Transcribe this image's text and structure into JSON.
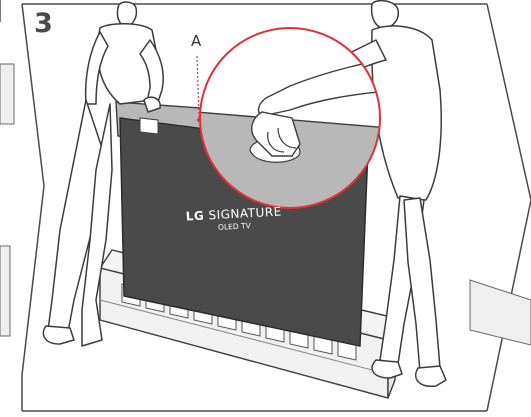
{
  "step": {
    "number": "3"
  },
  "callout": {
    "label": "A"
  },
  "tv": {
    "brand_logo": "LG",
    "brand_name": "SIGNATURE",
    "model_text": "OLED TV"
  },
  "colors": {
    "outline": "#3c3c3c",
    "screen": "#4a4a4a",
    "tv_top": "#b8b8b8",
    "packaging": "#f1f1f1",
    "magnifier_ring": "#e0303a",
    "leader_line": "#e0303a",
    "step_number": "#4a4a4a"
  }
}
